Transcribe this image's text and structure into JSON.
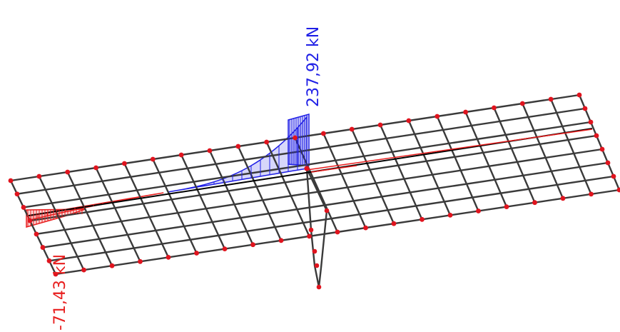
{
  "annotations": {
    "max_force": "237,92 kN",
    "min_force": "-71,43 kN"
  },
  "colors": {
    "grid": "#3a3a3a",
    "node": "#e0141e",
    "positive": "#1f1fe6",
    "negative": "#e81e1e",
    "main_beam": "#000000"
  },
  "grid": {
    "cols": 21,
    "rows": 8
  },
  "force_diagram": {
    "max_value": 237.92,
    "min_value": -71.43,
    "unit": "kN"
  }
}
